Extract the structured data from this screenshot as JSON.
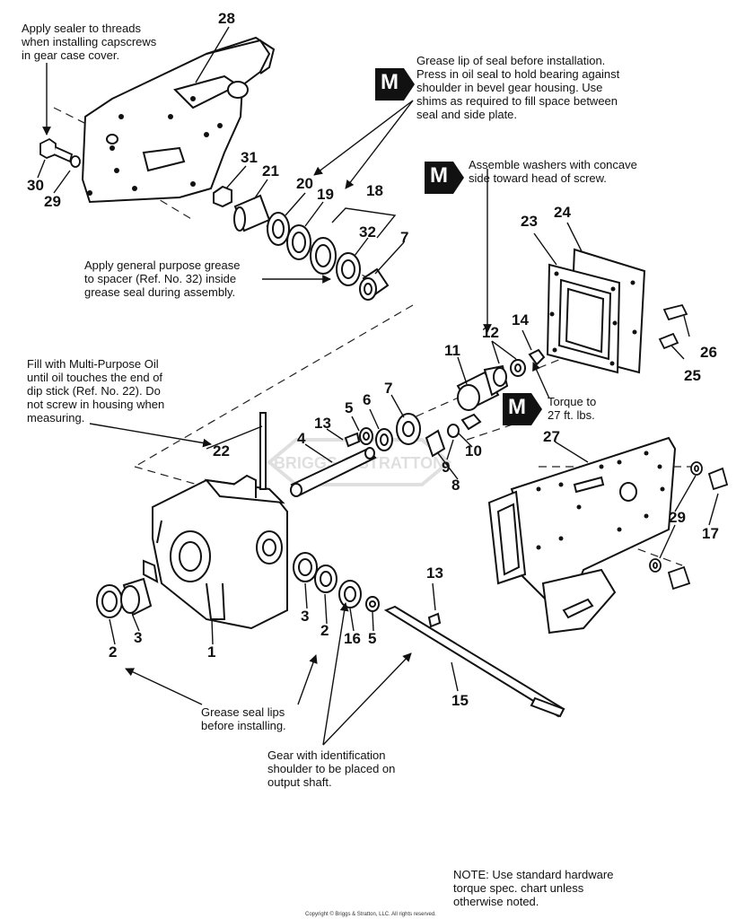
{
  "notes": {
    "sealer": "Apply sealer to threads\nwhen installing capscrews\nin gear case cover.",
    "grease_lip": "Grease lip of seal before installation.\nPress in oil seal to hold bearing against\nshoulder in bevel gear housing. Use\nshims as required to fill space between\nseal and side plate.",
    "washers": "Assemble washers with concave\nside toward head of screw.",
    "general_grease": "Apply general purpose grease\nto spacer (Ref. No. 32) inside\ngrease seal during assembly.",
    "fill_oil": "Fill with Multi-Purpose Oil\nuntil oil touches the end of\ndip stick (Ref. No. 22). Do\nnot screw in housing when\nmeasuring.",
    "torque": "Torque to\n27 ft. lbs.",
    "grease_seal_lips": "Grease seal lips\nbefore installing.",
    "gear_id": "Gear with identification\nshoulder to be placed on\noutput shaft.",
    "hardware": "NOTE: Use standard hardware\ntorque spec. chart unless\notherwise noted.",
    "copyright": "Copyright © Briggs & Stratton, LLC. All rights reserved."
  },
  "badge_letter": "M",
  "watermark": "BRIGGS & STRATTON",
  "callouts": {
    "c28": "28",
    "c30": "30",
    "c29a": "29",
    "c31": "31",
    "c21": "21",
    "c20": "20",
    "c19": "19",
    "c18": "18",
    "c32": "32",
    "c7a": "7",
    "c23": "23",
    "c24": "24",
    "c12": "12",
    "c14": "14",
    "c11": "11",
    "c26": "26",
    "c25": "25",
    "c22": "22",
    "c13a": "13",
    "c5a": "5",
    "c6": "6",
    "c7b": "7",
    "c4": "4",
    "c10": "10",
    "c9": "9",
    "c8": "8",
    "c27": "27",
    "c29b": "29",
    "c17": "17",
    "c13b": "13",
    "c2a": "2",
    "c3a": "3",
    "c1": "1",
    "c3b": "3",
    "c2b": "2",
    "c16": "16",
    "c5b": "5",
    "c15": "15"
  }
}
